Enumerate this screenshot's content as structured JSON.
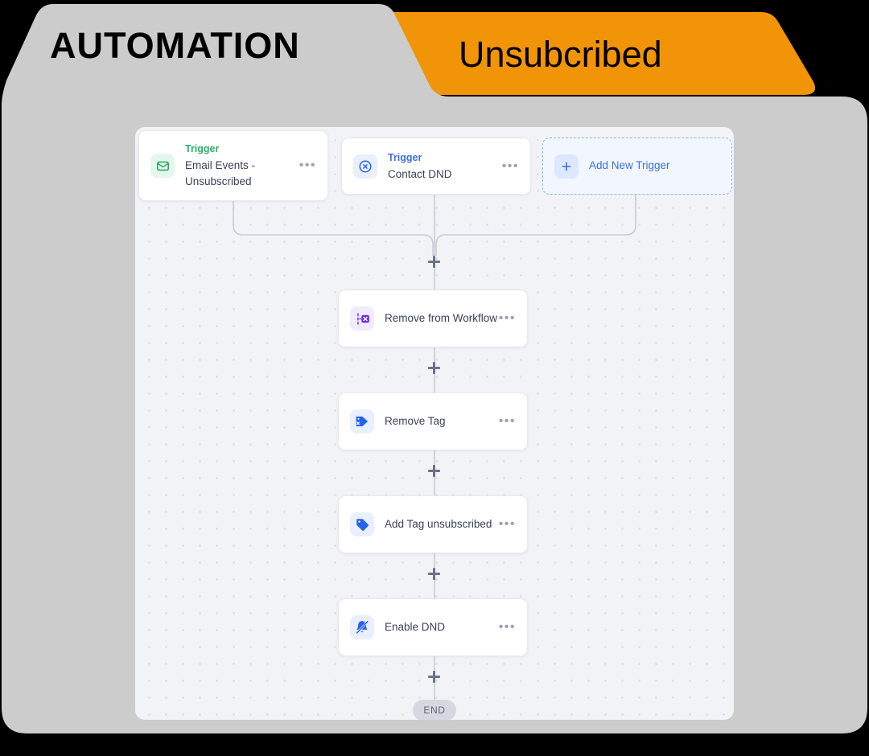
{
  "header": {
    "tab_label": "AUTOMATION",
    "status_label": "Unsubcribed",
    "tab_color": "#cccccc",
    "status_color": "#f29407"
  },
  "canvas": {
    "background": "#f2f3f7",
    "dot_color": "#e2e1dd"
  },
  "triggers": [
    {
      "kicker": "Trigger",
      "title": "Email Events - Unsubscribed",
      "icon": "envelope-icon",
      "icon_color": "#2bae6b",
      "menu": "•••"
    },
    {
      "kicker": "Trigger",
      "title": "Contact DND",
      "icon": "circle-x-icon",
      "icon_color": "#2563eb",
      "menu": "•••"
    }
  ],
  "add_trigger": {
    "label": "Add New Trigger",
    "icon": "plus-icon",
    "accent": "#3b6fe0"
  },
  "actions": [
    {
      "title": "Remove from Workflow",
      "icon": "remove-from-workflow-icon",
      "icon_color": "#6d28d9",
      "menu": "•••"
    },
    {
      "title": "Remove Tag",
      "icon": "tag-remove-icon",
      "icon_color": "#2563eb",
      "menu": "•••"
    },
    {
      "title": "Add Tag unsubscribed",
      "icon": "tag-icon",
      "icon_color": "#2563eb",
      "menu": "•••"
    },
    {
      "title": "Enable DND",
      "icon": "bell-slash-icon",
      "icon_color": "#2563eb",
      "menu": "•••"
    }
  ],
  "end_node": {
    "label": "END"
  }
}
